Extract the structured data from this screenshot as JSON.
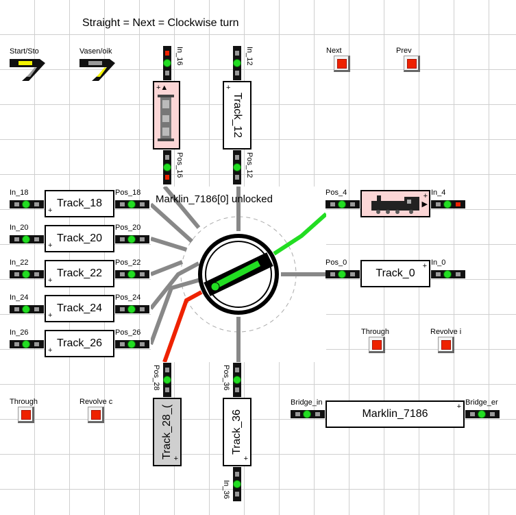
{
  "header": {
    "title": "Straight = Next = Clockwise turn"
  },
  "signals": {
    "start_stop": "Start/Sto",
    "vasen_oik": "Vasen/oik"
  },
  "buttons": {
    "next": "Next",
    "prev": "Prev",
    "through_right": "Through",
    "revolve_right": "Revolve i",
    "through_left": "Through",
    "revolve_left": "Revolve c"
  },
  "top_tracks": {
    "in_16": "In_16",
    "pos_16": "Pos_16",
    "in_12": "In_12",
    "pos_12": "Pos_12",
    "track_12": "Track_12"
  },
  "left_tracks": [
    {
      "in": "In_18",
      "name": "Track_18",
      "pos": "Pos_18"
    },
    {
      "in": "In_20",
      "name": "Track_20",
      "pos": "Pos_20"
    },
    {
      "in": "In_22",
      "name": "Track_22",
      "pos": "Pos_22"
    },
    {
      "in": "In_24",
      "name": "Track_24",
      "pos": "Pos_24"
    },
    {
      "in": "In_26",
      "name": "Track_26",
      "pos": "Pos_26"
    }
  ],
  "turntable": {
    "label": "Marklin_7186[0] unlocked"
  },
  "right_tracks": {
    "pos_4": "Pos_4",
    "in_4": "In_4",
    "pos_0": "Pos_0",
    "in_0": "In_0",
    "track_0": "Track_0"
  },
  "bottom_tracks": {
    "pos_28": "Pos_28",
    "track_28": "Track_28_(",
    "pos_36": "Pos_36",
    "track_36": "Track_36",
    "in_36": "In_36"
  },
  "bridge": {
    "in": "Bridge_in",
    "out": "Bridge_er",
    "name": "Marklin_7186"
  },
  "colors": {
    "active": "#22dd22",
    "route_red": "#ee2200",
    "rail": "#999999",
    "grid": "#cfcfcf"
  }
}
